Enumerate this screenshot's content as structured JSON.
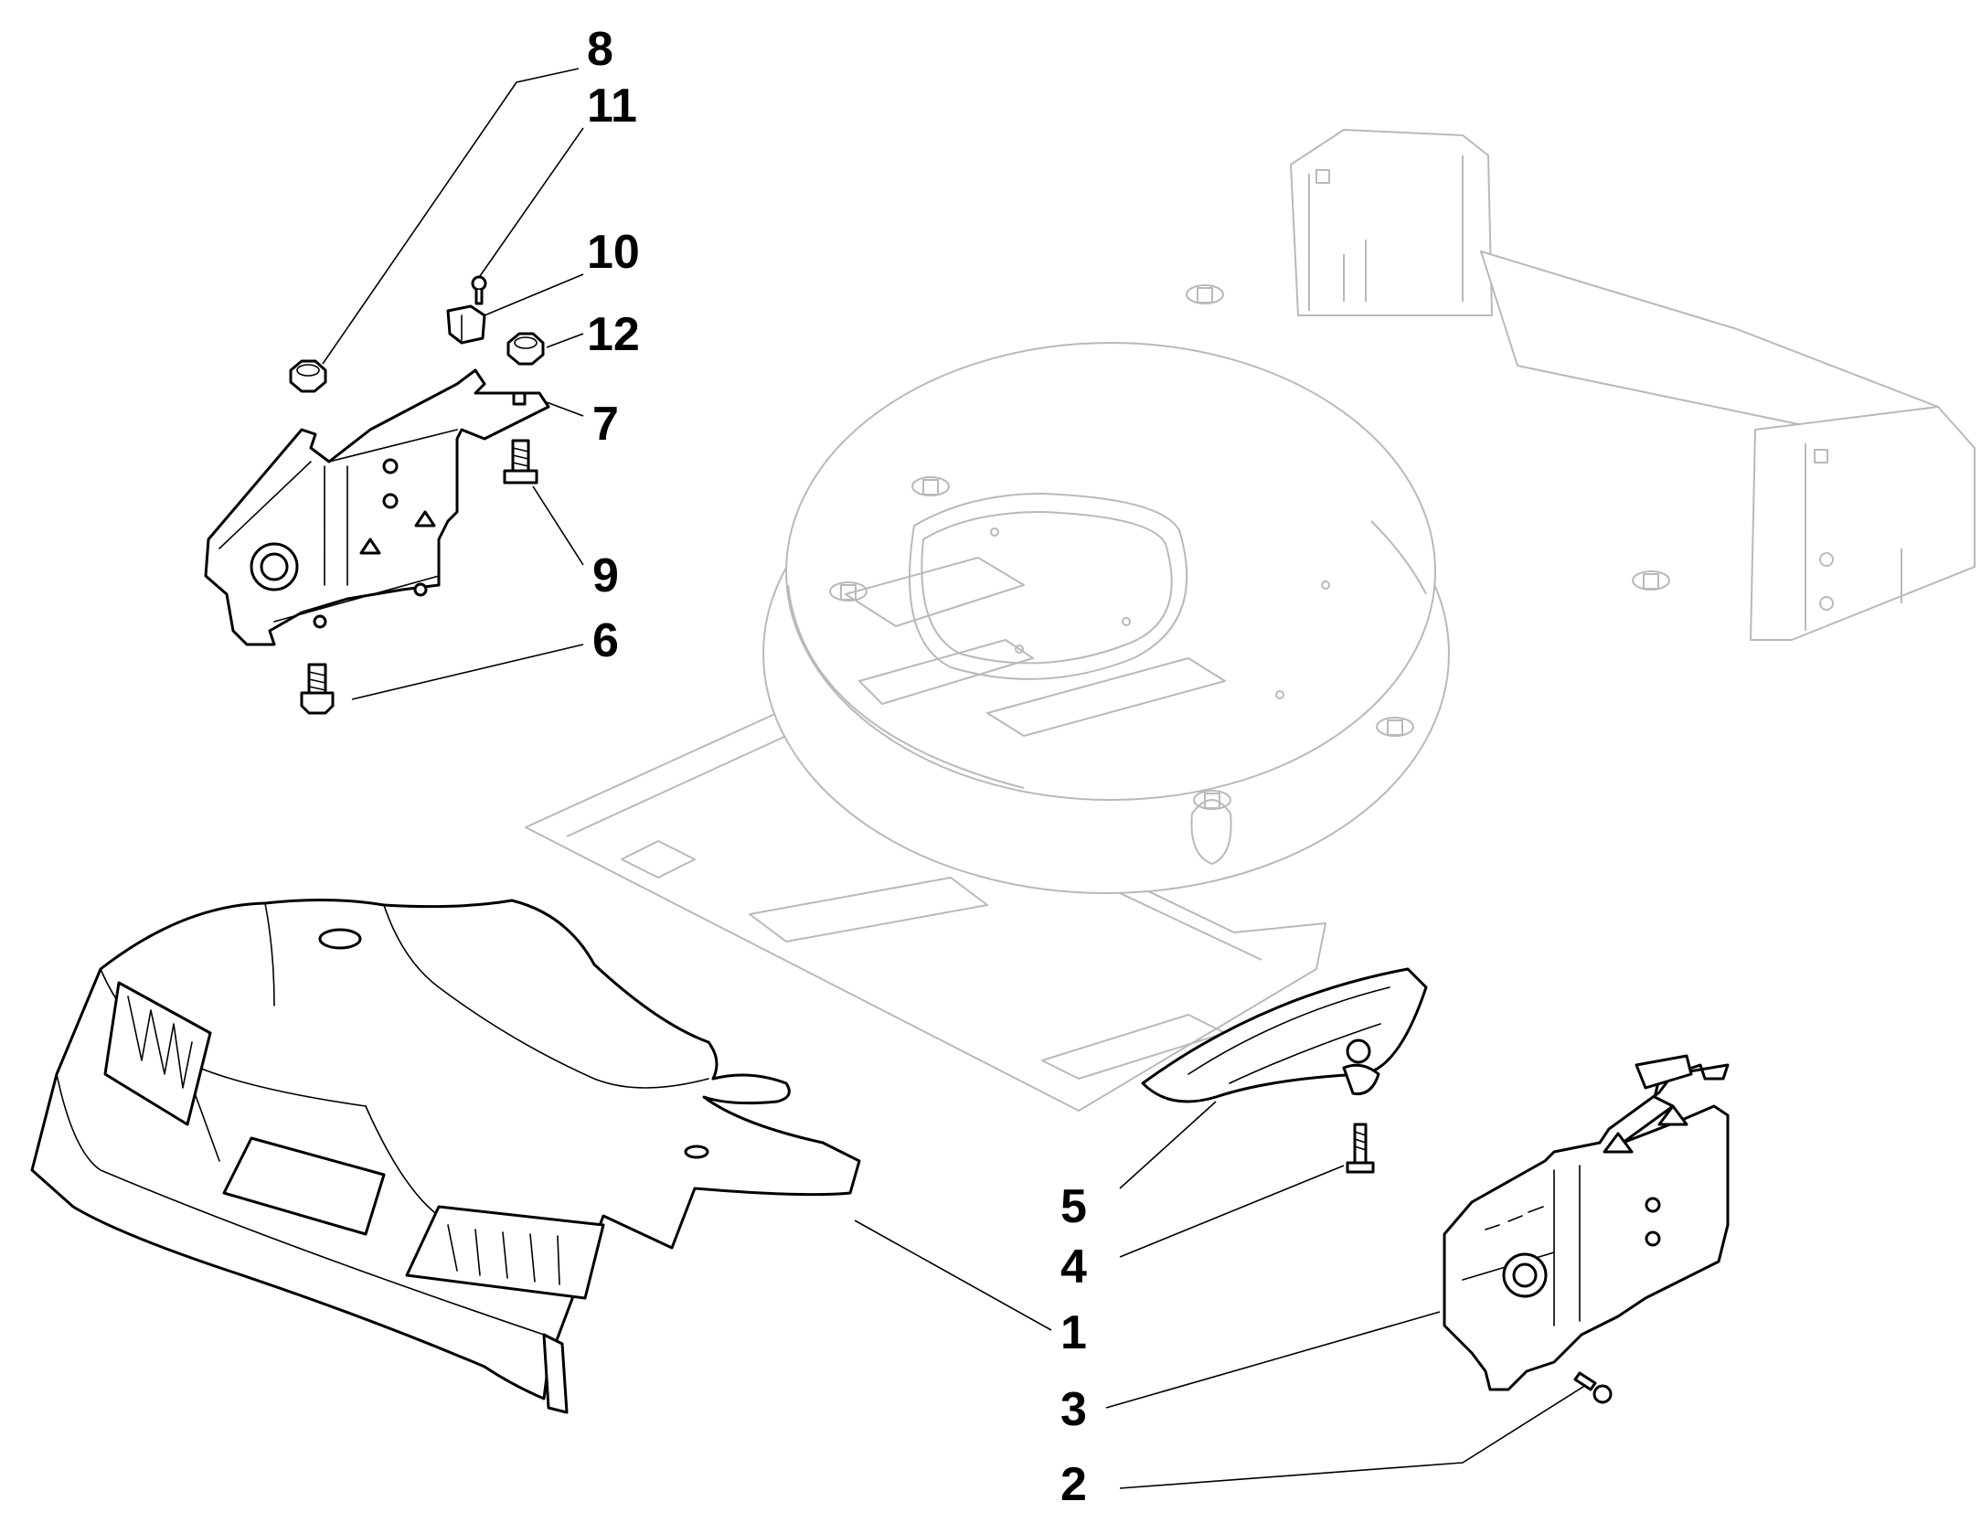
{
  "callouts": {
    "c1": "1",
    "c2": "2",
    "c3": "3",
    "c4": "4",
    "c5": "5",
    "c6": "6",
    "c7": "7",
    "c8": "8",
    "c9": "9",
    "c10": "10",
    "c11": "11",
    "c12": "12"
  },
  "colors": {
    "ink": "#000000",
    "ghost": "#b9b9b9",
    "paper": "#ffffff"
  }
}
